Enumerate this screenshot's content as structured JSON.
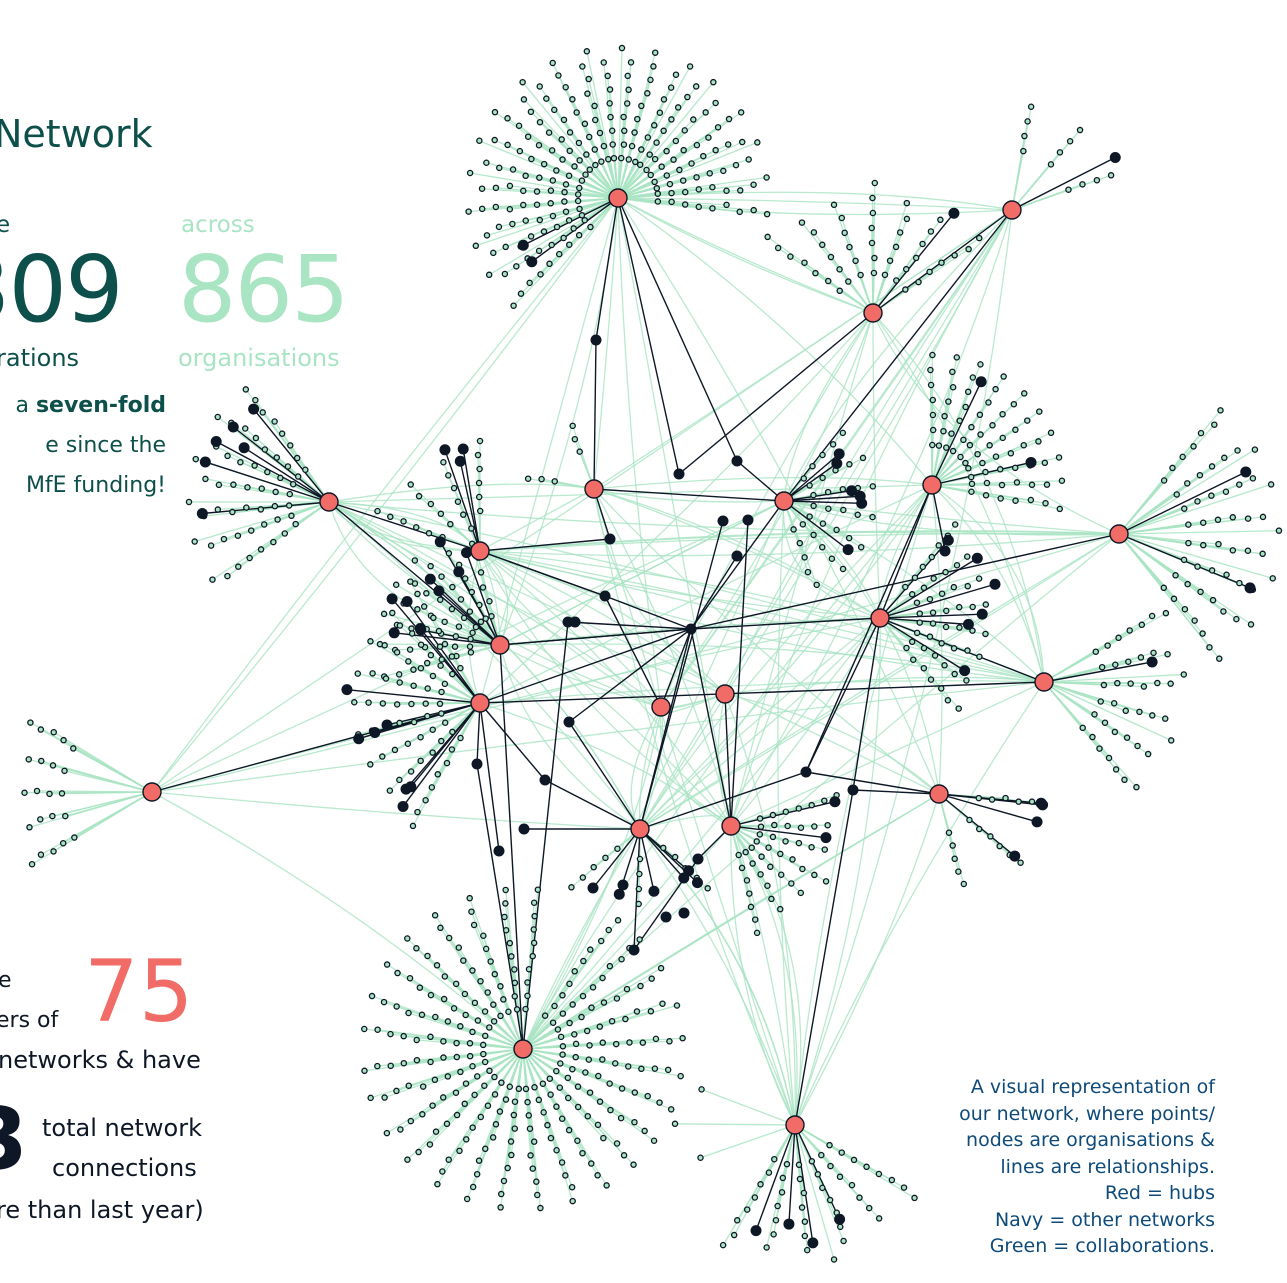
{
  "header": {
    "title": "Network"
  },
  "stats": {
    "collaborations_pre": "e",
    "collaborations_value": "309",
    "collaborations_post": "rations",
    "orgs_pre": "across",
    "orgs_value": "865",
    "orgs_post": "organisations",
    "growth_line1_a": "a ",
    "growth_line1_b": "seven-fold",
    "growth_line2": "e since the",
    "growth_line3": "MfE funding!",
    "members_pre": "e",
    "members_of": "ers of",
    "networks_value": "75",
    "networks_have": "networks & have",
    "connections_value": "3",
    "connections_line1": "total network",
    "connections_line2": "connections",
    "more_than": "re than last year)"
  },
  "caption": {
    "line1": "A visual representation of",
    "line2": "our network, where points/",
    "line3": "nodes are organisations &",
    "line4": "lines are relationships.",
    "line5": "Red = hubs",
    "line6": "Navy = other networks",
    "line7": "Green = collaborations."
  },
  "colors": {
    "hub": "#f26c67",
    "network": "#0e1726",
    "collaboration": "#a9e4c3",
    "teal_text": "#0d4f4a"
  }
}
